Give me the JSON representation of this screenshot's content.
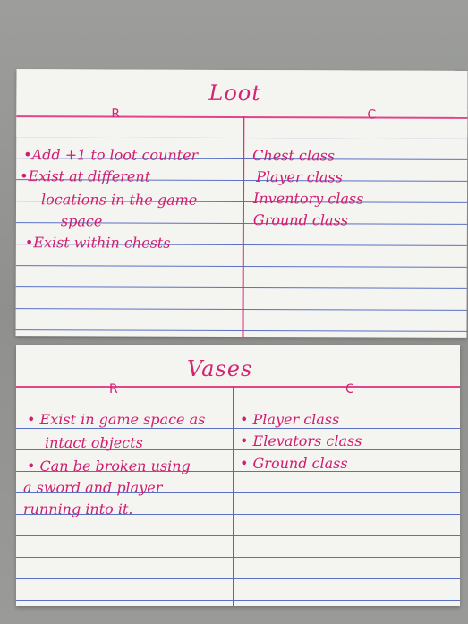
{
  "cards": [
    {
      "title": "Loot",
      "responsibilities_header": "R",
      "collaborators_header": "C",
      "responsibilities": [
        "•Add +1 to loot counter",
        "•Exist at different",
        "locations in the game",
        "space",
        "•Exist within chests"
      ],
      "collaborators": [
        "Chest class",
        "Player class",
        "Inventory class",
        "Ground class"
      ]
    },
    {
      "title": "Vases",
      "responsibilities_header": "R",
      "collaborators_header": "C",
      "responsibilities": [
        "• Exist in game space as",
        "intact objects",
        "• Can be broken using",
        "a sword and player",
        "running into it."
      ],
      "collaborators": [
        "• Player class",
        "• Elevators class",
        "• Ground class"
      ]
    }
  ],
  "colors": {
    "ink": "#d01d70",
    "rule": "#5b6fc4",
    "header_rule": "#e2468a",
    "paper": "#f4f4f1"
  }
}
